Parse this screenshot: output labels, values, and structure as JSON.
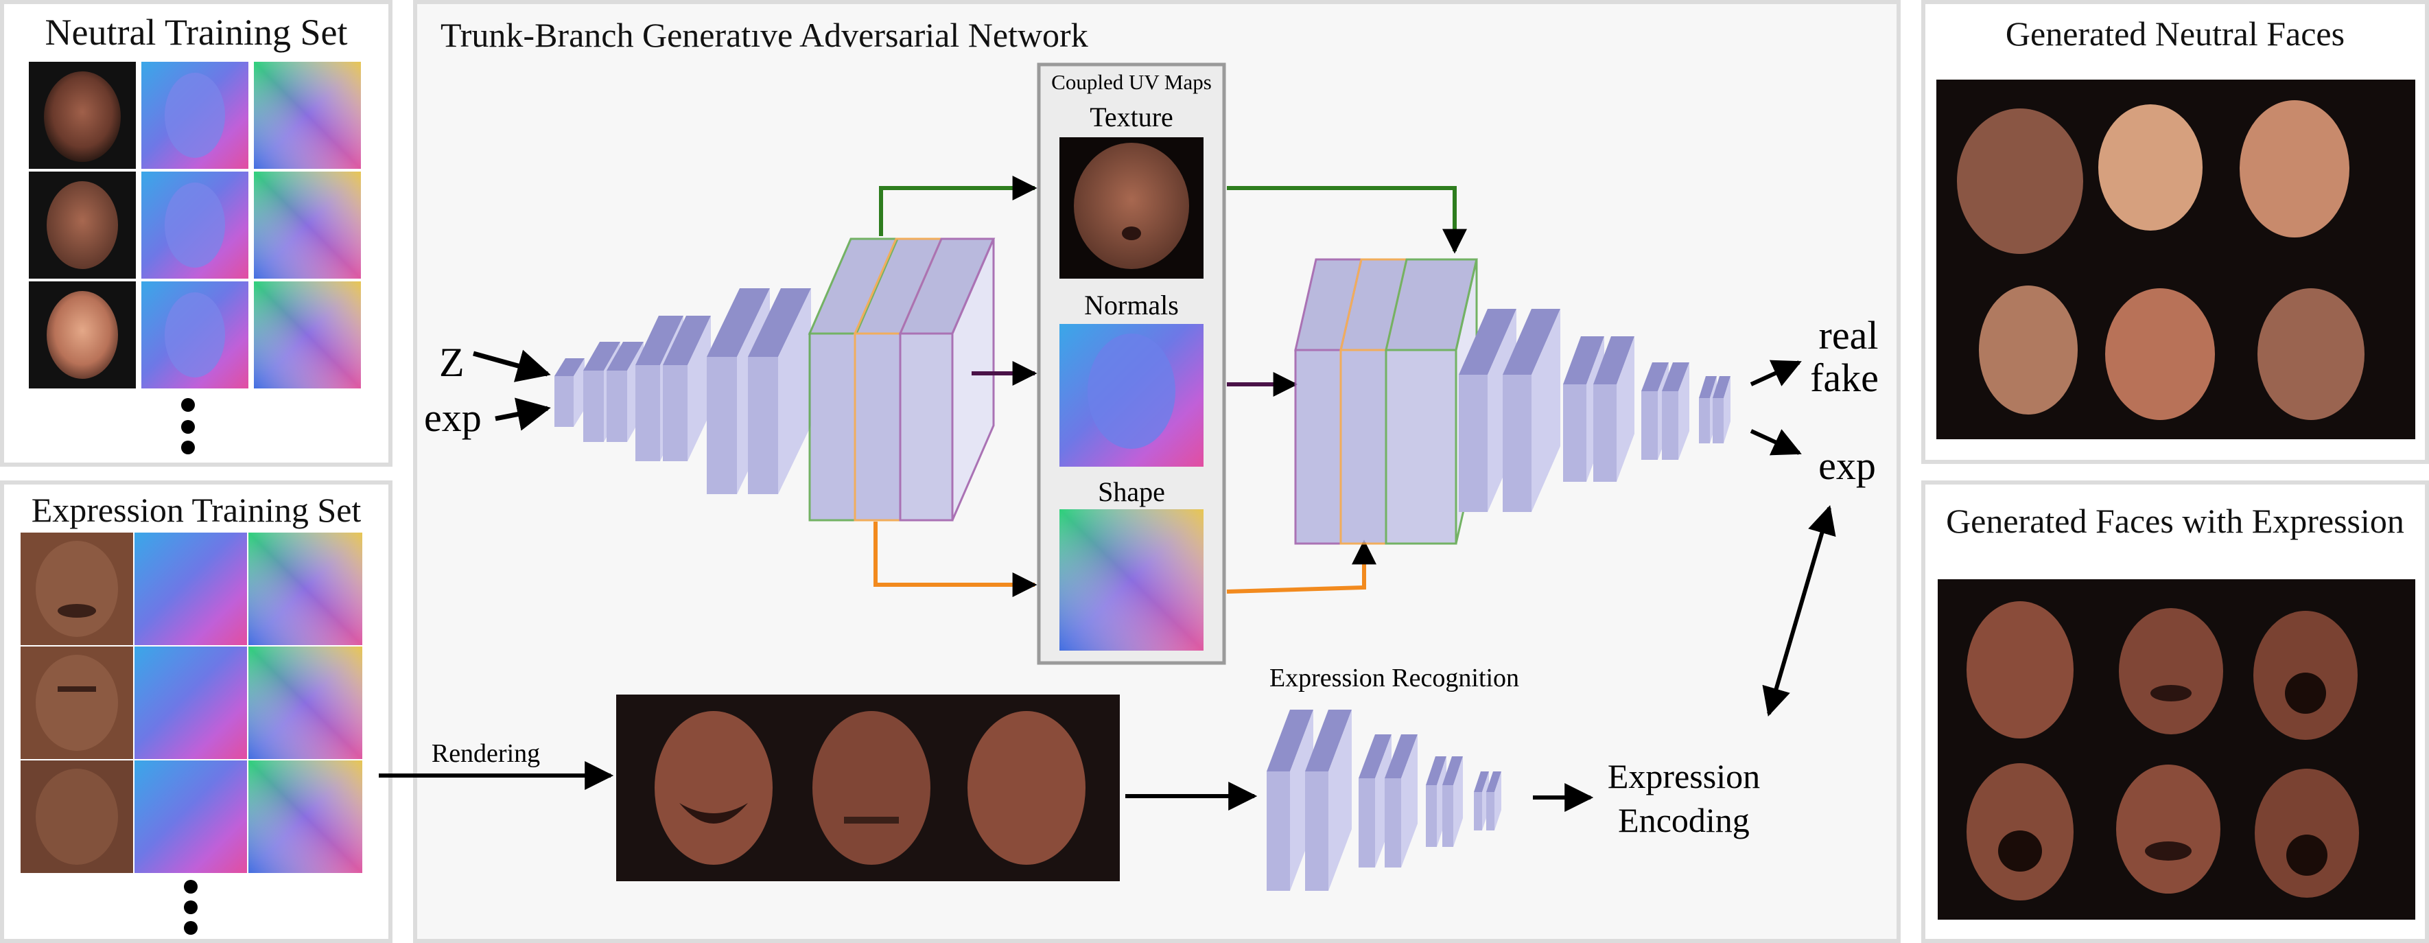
{
  "panels": {
    "neutral_training": {
      "title": "Neutral Training Set"
    },
    "expression_training": {
      "title": "Expression Training Set"
    },
    "trunk_branch": {
      "title": "Trunk-Branch Generatıve Adversarial Network"
    },
    "generated_neutral": {
      "title": "Generated Neutral Faces"
    },
    "generated_expression": {
      "title": "Generated Faces with Expression"
    }
  },
  "uv_maps": {
    "heading": "Coupled UV Maps",
    "texture": "Texture",
    "normals": "Normals",
    "shape": "Shape"
  },
  "inputs": {
    "z": "Z",
    "exp": "exp"
  },
  "outputs": {
    "real": "real",
    "fake": "fake",
    "exp": "exp"
  },
  "labels": {
    "rendering": "Rendering",
    "expression_recognition": "Expression Recognition",
    "expression_encoding_line1": "Expression",
    "expression_encoding_line2": "Encoding"
  },
  "colors": {
    "texture_branch": "#2e7d1e",
    "normals_branch": "#4a1248",
    "shape_branch": "#f28a1e",
    "layer_fill": "#b5b5e0",
    "layer_top": "#8f8fca",
    "photo_background": "#1a1110"
  }
}
